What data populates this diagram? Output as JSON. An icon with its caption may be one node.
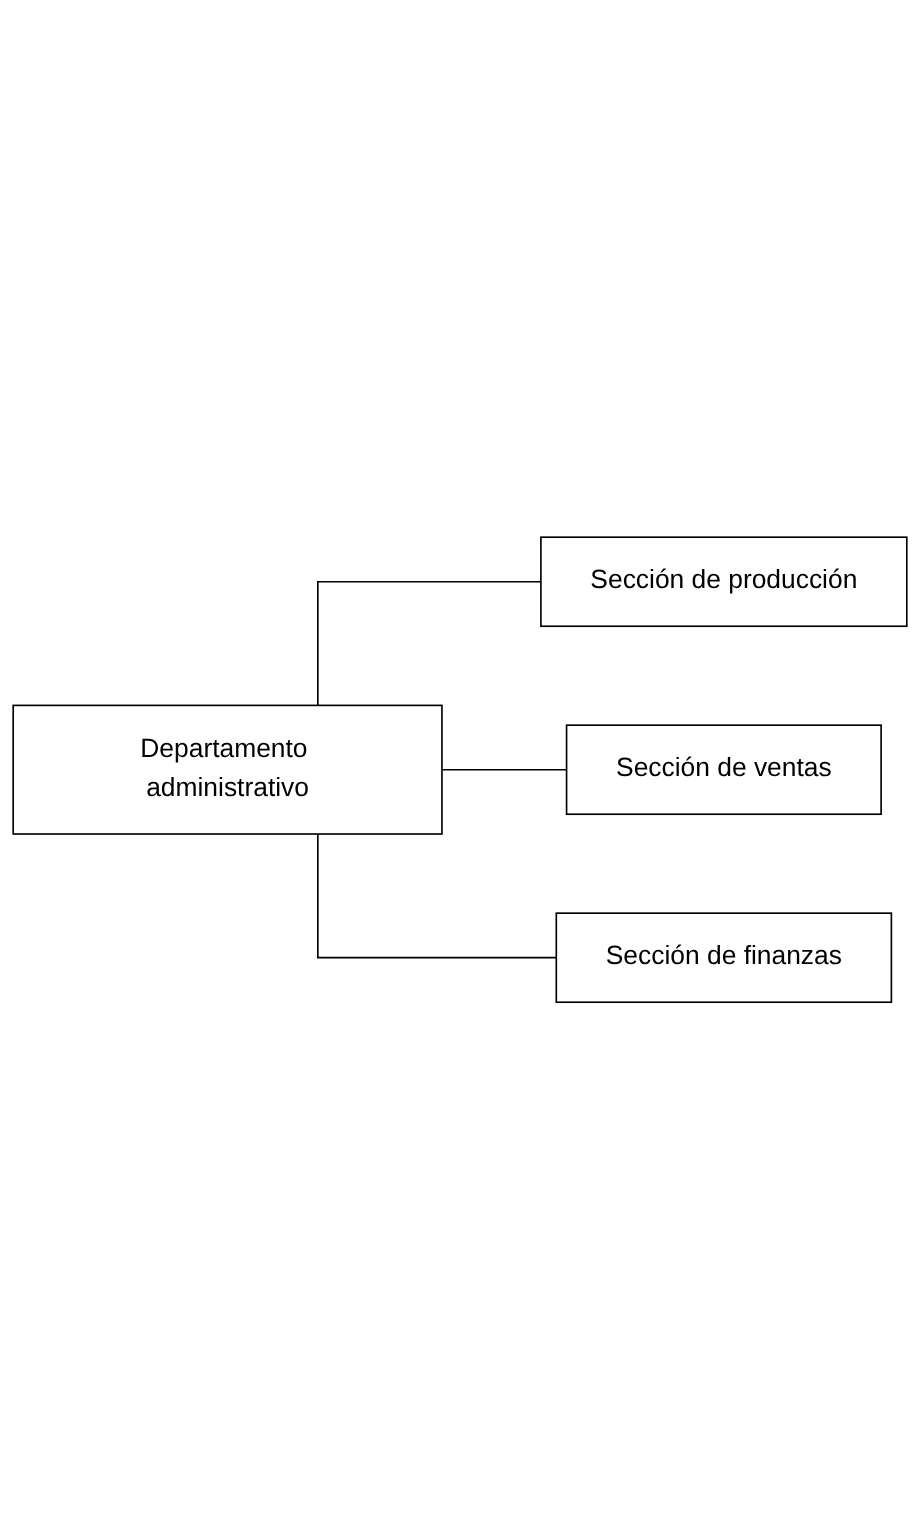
{
  "diagram": {
    "nodes": [
      {
        "text": [
          "Departamento administrativo"
        ]
      },
      {
        "text": [
          "Sección de producción"
        ]
      },
      {
        "text": [
          "Sección de ventas"
        ]
      },
      {
        "text": [
          "Sección de finanzas"
        ]
      }
    ],
    "edges": [
      {
        "from": 0,
        "to": 1,
        "arrow": "none"
      },
      {
        "from": 0,
        "to": 2,
        "arrow": "none"
      },
      {
        "from": 0,
        "to": 3,
        "arrow": "none"
      }
    ]
  }
}
